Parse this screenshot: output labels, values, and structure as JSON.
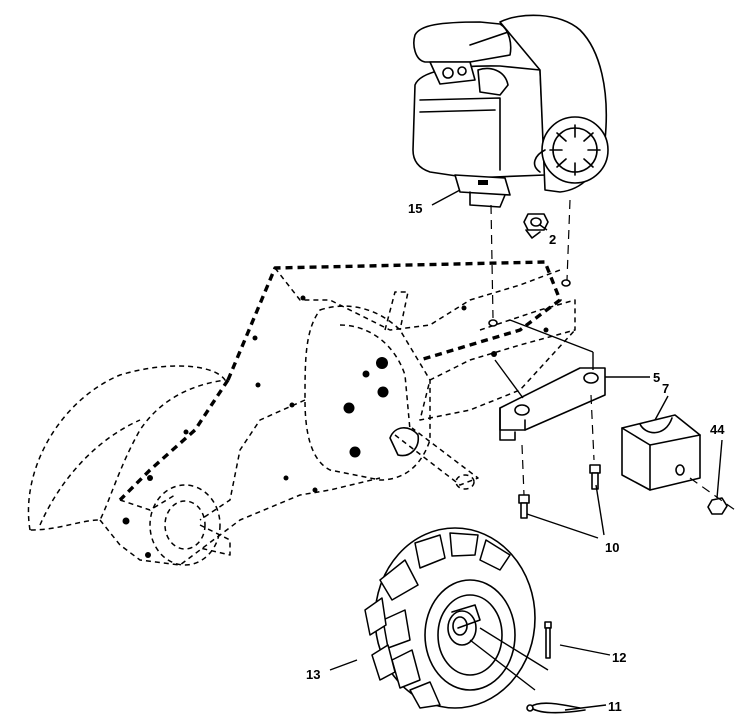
{
  "callouts": {
    "engine": "15",
    "nut_2": "2",
    "bracket": "5",
    "bumper": "7",
    "nut_44": "44",
    "bolts": "10",
    "wheel": "13",
    "pin_12": "12",
    "pin_11": "11"
  }
}
